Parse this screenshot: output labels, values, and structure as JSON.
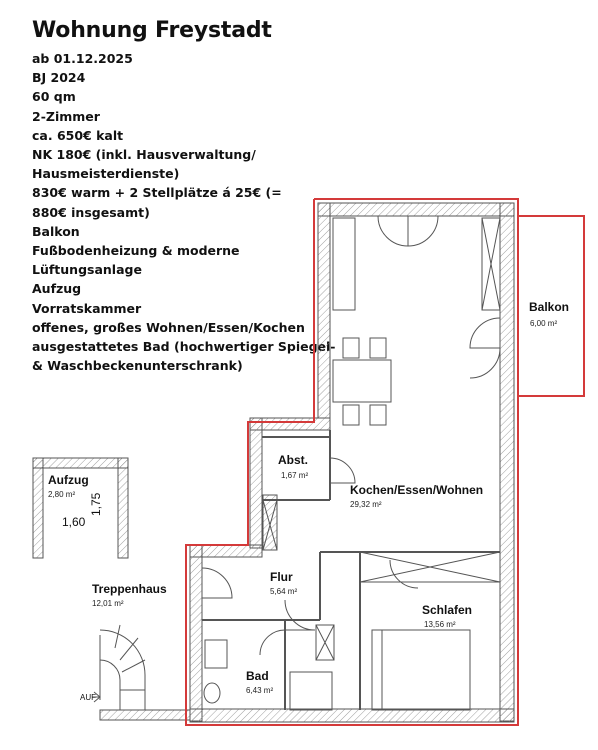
{
  "listing": {
    "title": "Wohnung Freystadt",
    "lines": [
      "ab 01.12.2025",
      "BJ 2024",
      "60 qm",
      "2-Zimmer",
      "ca. 650€ kalt",
      "NK 180€ (inkl. Hausverwaltung/",
      "Hausmeisterdienste)",
      "830€ warm + 2 Stellplätze á 25€ (=",
      "880€ insgesamt)",
      "Balkon",
      "Fußbodenheizung & moderne",
      "Lüftungsanlage",
      "Aufzug",
      "Vorratskammer",
      "offenes, großes Wohnen/Essen/Kochen",
      "ausgestattetes Bad (hochwertiger Spiegel-",
      "& Waschbeckenunterschrank)"
    ]
  },
  "plan": {
    "outline_color": "#d43a3a",
    "wall_color": "#555555",
    "rooms": {
      "balkon": {
        "name": "Balkon",
        "area": "6,00 m²"
      },
      "abst": {
        "name": "Abst.",
        "area": "1,67 m²"
      },
      "kochen": {
        "name": "Kochen/Essen/Wohnen",
        "area": "29,32 m²"
      },
      "aufzug": {
        "name": "Aufzug",
        "area": "2,80 m²"
      },
      "treppenhaus": {
        "name": "Treppenhaus",
        "area": "12,01 m²"
      },
      "flur": {
        "name": "Flur",
        "area": "5,64 m²"
      },
      "schlafen": {
        "name": "Schlafen",
        "area": "13,56 m²"
      },
      "bad": {
        "name": "Bad",
        "area": "6,43 m²"
      }
    },
    "dims": {
      "width": "1,60",
      "depth": "1,75"
    },
    "stair_label": "AUF"
  }
}
